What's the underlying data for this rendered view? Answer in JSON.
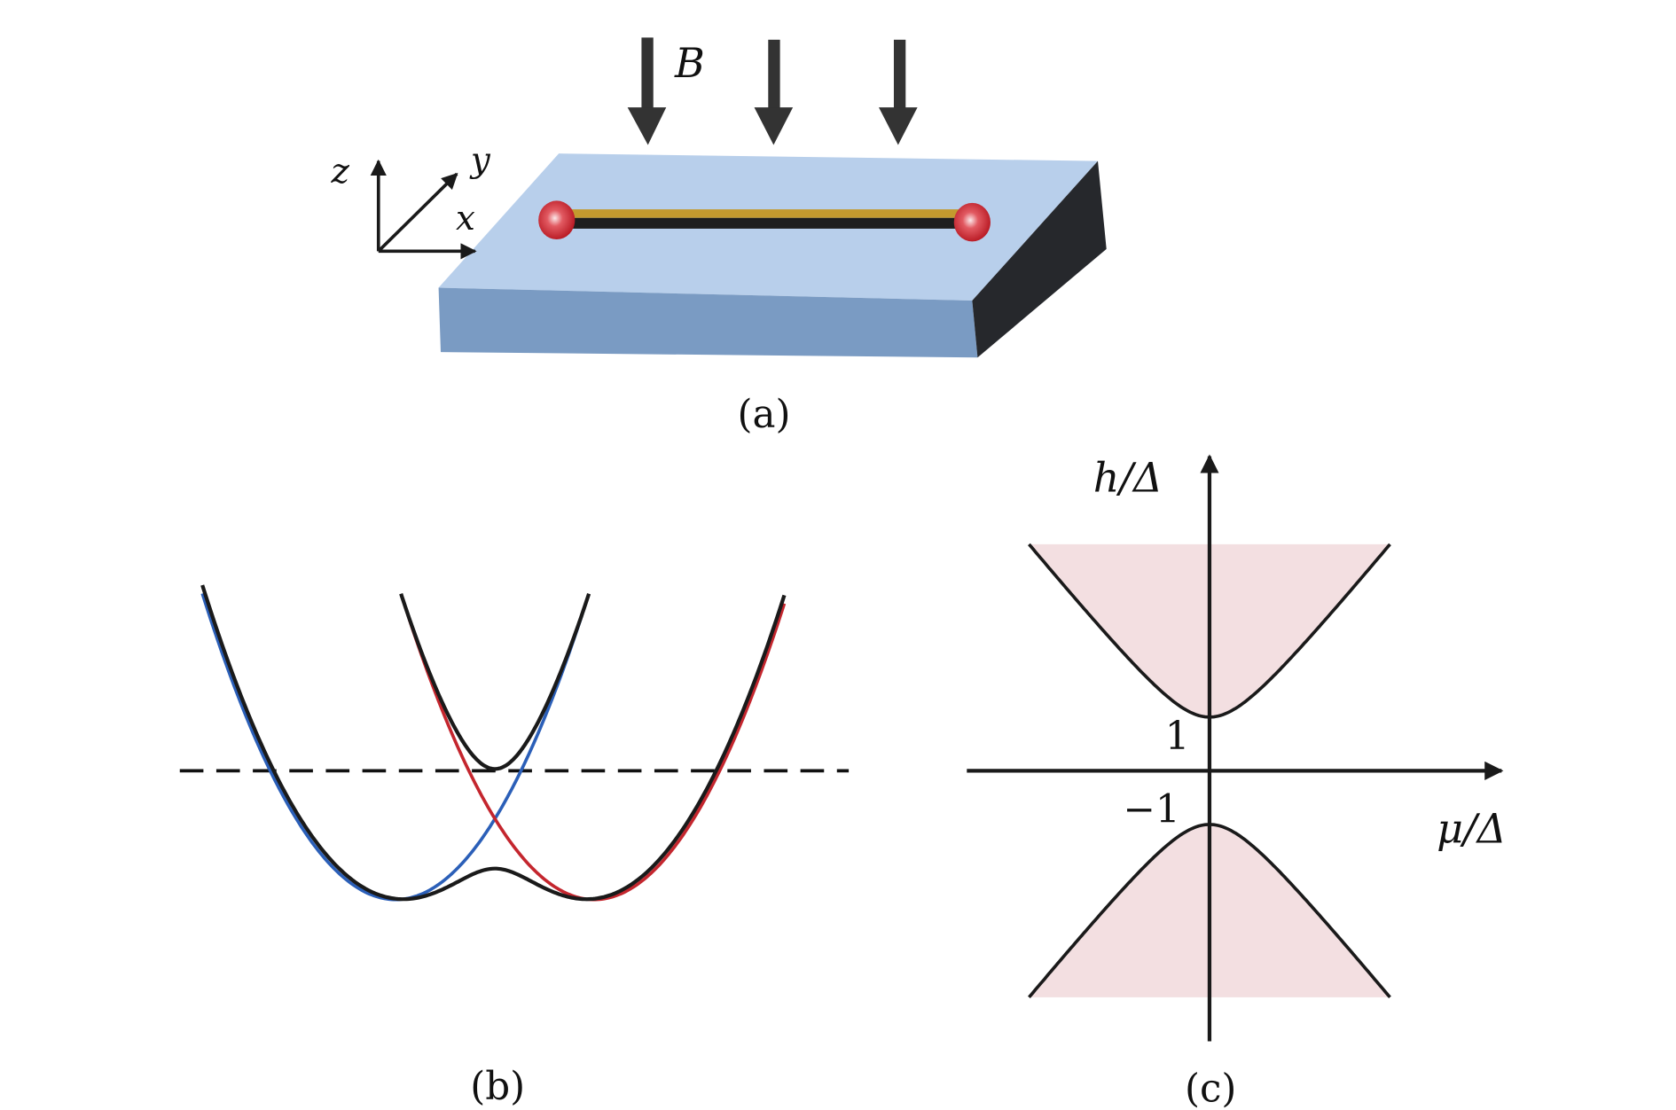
{
  "panel_a": {
    "caption": "(a)",
    "field_label": "B",
    "axes": {
      "x": "x",
      "y": "y",
      "z": "z"
    }
  },
  "panel_b": {
    "caption": "(b)"
  },
  "panel_c": {
    "caption": "(c)",
    "y_axis_label": "h/Δ",
    "x_axis_label": "μ/Δ",
    "tick_upper": "1",
    "tick_lower": "−1"
  },
  "colors": {
    "slab_top": "#b8cfeb",
    "slab_front": "#7a9bc3",
    "slab_side": "#26282c",
    "wire_gold": "#c49a2e",
    "majorana_red": "#c8202a",
    "blue_band": "#2b5fb8",
    "red_band": "#c4262e",
    "topological_region": "#f3dfe1"
  }
}
